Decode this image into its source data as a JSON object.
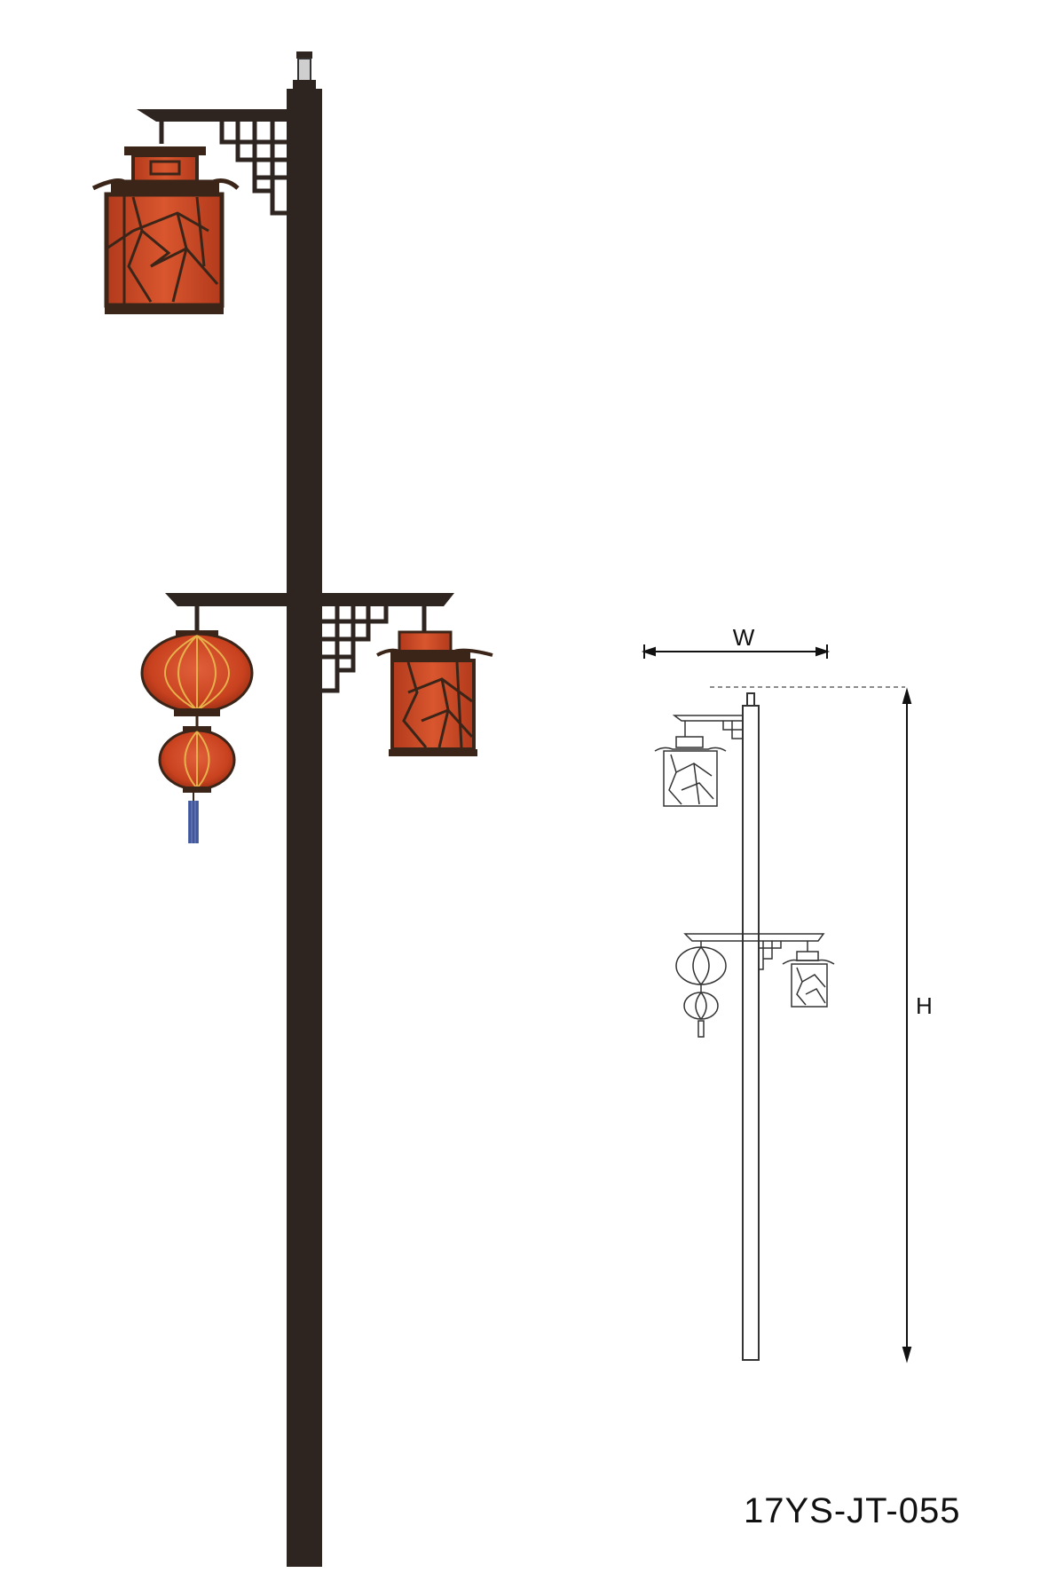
{
  "dimension_labels": {
    "width": "W",
    "height": "H"
  },
  "model_code": "17YS-JT-055",
  "colors": {
    "pole": "#2f2520",
    "lantern_red": "#c9421f",
    "lantern_pattern": "#3a2518",
    "sketch_line": "#333333"
  }
}
